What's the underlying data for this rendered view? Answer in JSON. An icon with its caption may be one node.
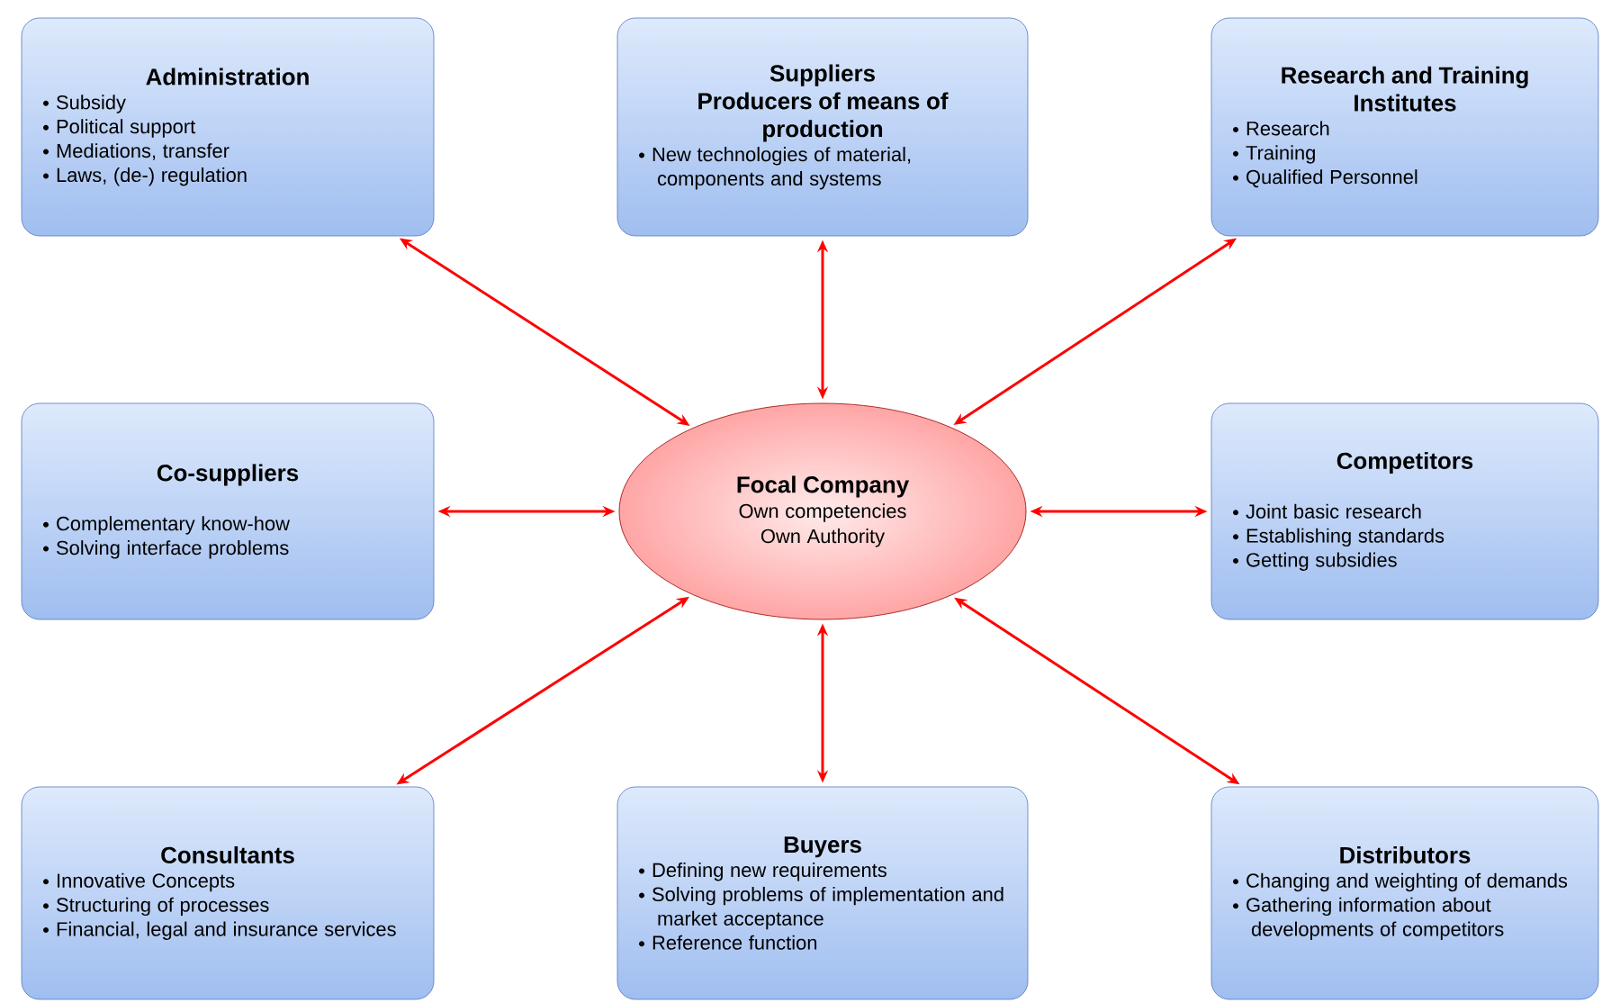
{
  "diagram": {
    "nodes": [
      {
        "text": [
          "Administration",
          "Subsidy",
          "Political support",
          "Mediations, transfer",
          "Laws, (de-) regulation"
        ]
      },
      {
        "text": [
          "Suppliers",
          "Producers of means of production",
          "New technologies of material, components and systems"
        ]
      },
      {
        "text": [
          "Research and Training Institutes",
          "Research",
          "Training",
          "Qualified Personnel"
        ]
      },
      {
        "text": [
          "Co-suppliers",
          "Complementary know-how",
          "Solving interface problems"
        ]
      },
      {
        "text": [
          "Focal Company",
          "Own competencies",
          "Own Authority"
        ]
      },
      {
        "text": [
          "Competitors",
          "Joint basic research",
          "Establishing standards",
          "Getting subsidies"
        ]
      },
      {
        "text": [
          "Consultants",
          "Innovative Concepts",
          "Structuring of processes",
          "Financial, legal and insurance services"
        ]
      },
      {
        "text": [
          "Buyers",
          "Defining new requirements",
          "Solving problems of implementation and market acceptance",
          "Reference function"
        ]
      },
      {
        "text": [
          "Distributors",
          "Changing and weighting of demands",
          "Gathering information about developments of competitors"
        ]
      }
    ],
    "edges": [
      {
        "from": 4,
        "to": 0,
        "arrow": "both"
      },
      {
        "from": 4,
        "to": 1,
        "arrow": "both"
      },
      {
        "from": 4,
        "to": 2,
        "arrow": "both"
      },
      {
        "from": 4,
        "to": 3,
        "arrow": "both"
      },
      {
        "from": 4,
        "to": 5,
        "arrow": "both"
      },
      {
        "from": 4,
        "to": 6,
        "arrow": "both"
      },
      {
        "from": 4,
        "to": 7,
        "arrow": "both"
      },
      {
        "from": 4,
        "to": 8,
        "arrow": "both"
      }
    ]
  }
}
